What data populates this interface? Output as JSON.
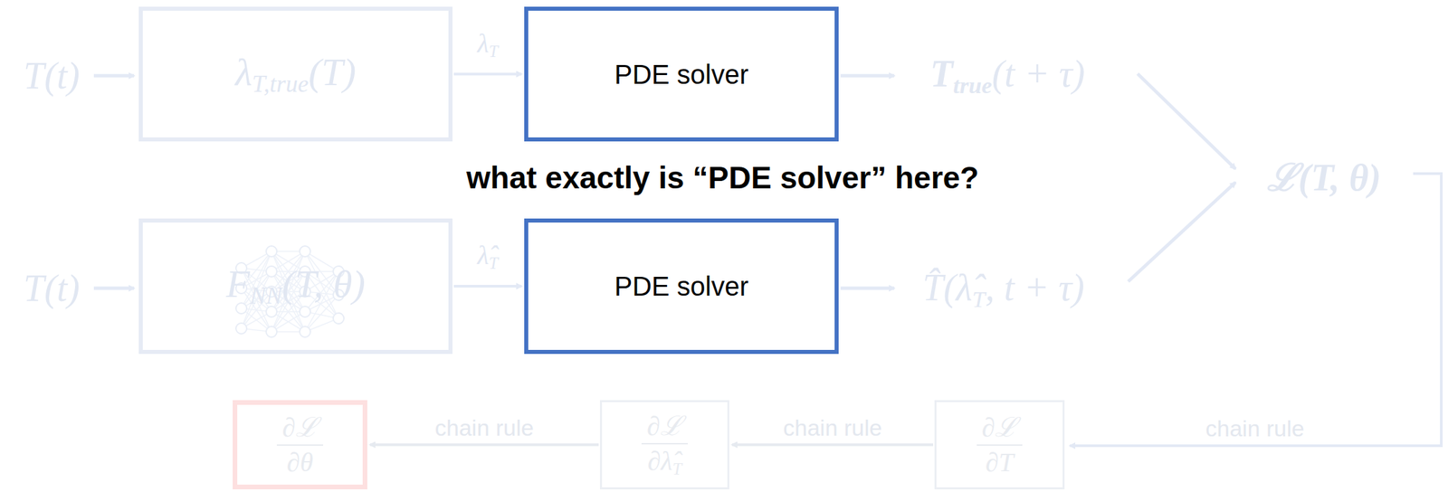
{
  "diagram": {
    "title": "what exactly is “PDE solver” here?",
    "nodes": [
      {
        "text": [
          "λT,true(T)"
        ]
      },
      {
        "text": [
          "PDE solver"
        ]
      },
      {
        "text": [
          "FNN(T, θ)"
        ]
      },
      {
        "text": [
          "PDE solver"
        ]
      },
      {
        "text": [
          "∂ℒ",
          "∂θ"
        ]
      },
      {
        "text": [
          "∂ℒ",
          "∂λ̂T"
        ]
      },
      {
        "text": [
          "∂ℒ",
          "∂T"
        ]
      }
    ],
    "edges": [
      {
        "from": 0,
        "to": 1,
        "label": "λT",
        "arrow": "to"
      },
      {
        "from": 2,
        "to": 3,
        "label": "λ̂T",
        "arrow": "to"
      },
      {
        "from": 6,
        "to": 5,
        "label": "chain rule",
        "arrow": "to"
      },
      {
        "from": 5,
        "to": 4,
        "label": "chain rule",
        "arrow": "to"
      }
    ],
    "labels": [
      "T(t)",
      "Ttrue(t + τ)",
      "ℒ(T, θ)",
      "T(t)",
      "T̂(λ̂T, t + τ)",
      "chain rule"
    ]
  }
}
